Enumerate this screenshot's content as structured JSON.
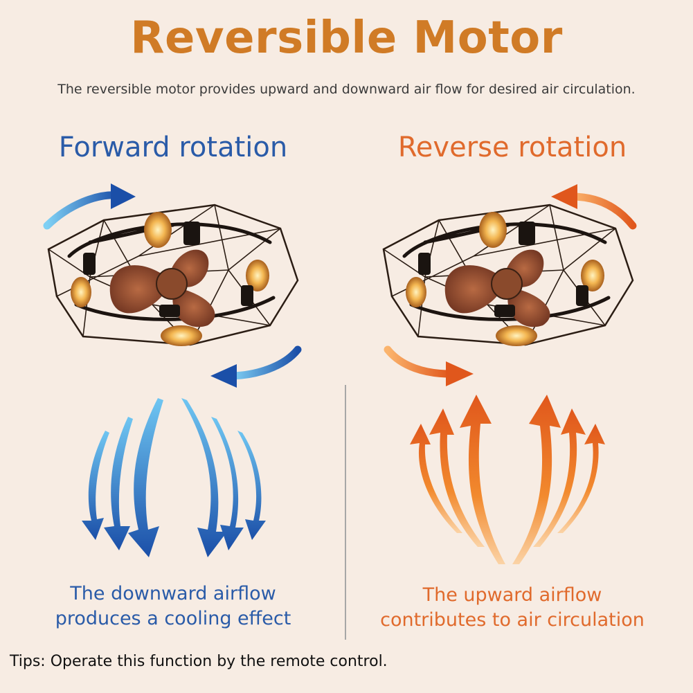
{
  "title": "Reversible Motor",
  "subtitle": "The reversible motor provides upward and downward air flow for desired air circulation.",
  "forward": {
    "heading": "Forward rotation",
    "caption_line1": "The downward airflow",
    "caption_line2": "produces a cooling effect"
  },
  "reverse": {
    "heading": "Reverse rotation",
    "caption_line1": "The upward airflow",
    "caption_line2": "contributes to air circulation"
  },
  "tips": "Tips: Operate this function by the remote control.",
  "colors": {
    "title": "#d07b26",
    "forward": "#2a5ba8",
    "reverse": "#e06a2c",
    "background": "#f7ece3"
  }
}
